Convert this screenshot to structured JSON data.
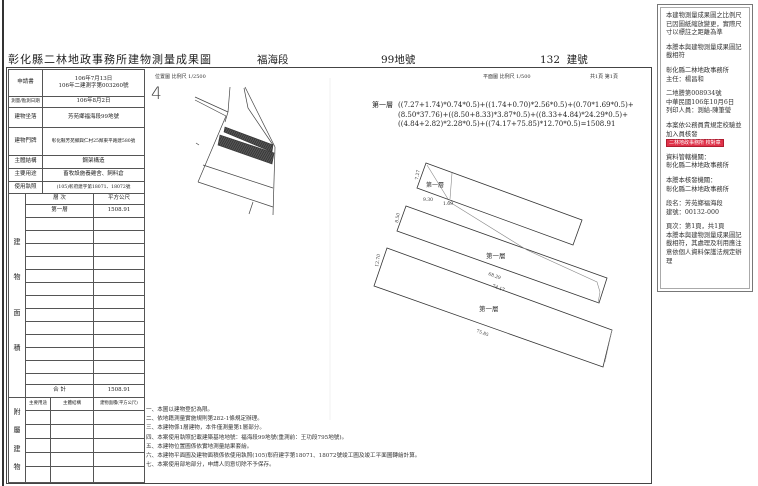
{
  "title": "彰化縣二林地政事務所建物測量成果圖",
  "header": {
    "section": "福海段",
    "lot": "99地號",
    "building_no": "132",
    "building_no_label": "建號"
  },
  "location_map": {
    "label": "位置圖 比例尺 1/2500",
    "north_label": "4"
  },
  "floor_plan": {
    "label": "平面圖 比例尺 1/500",
    "pages": "共1頁 第1頁",
    "formula_label": "第一層",
    "formula_lines": [
      "((7.27+1.74)*0.74*0.5)+((1.74+0.70)*2.56*0.5)+(0.70*1.69*0.5)+",
      "(8.50*37.76)+((8.50+8.33)*3.87*0.5)+((8.33+4.84)*24.29*0.5)+",
      "((4.84+2.82)*2.28*0.5)+((74.17+75.85)*12.70*0.5)=1508.91"
    ],
    "floor_labels": [
      "第一層",
      "第一層",
      "第一層"
    ],
    "dimensions": [
      "9.30",
      "1.69",
      "68.29",
      "74.17",
      "75.85",
      "12.70",
      "8.50",
      "7.27"
    ]
  },
  "info_table": {
    "rows": [
      {
        "label": "申請書",
        "value": [
          "106年7月13日",
          "106年二建測字第003260號"
        ]
      },
      {
        "label": "測量/勘測日期",
        "value": [
          "106年8月2日"
        ]
      },
      {
        "label": "建物坐落",
        "value": [
          "芳苑鄉福海段99地號"
        ]
      },
      {
        "label": "建物門牌",
        "value": [
          "彰化縣芳苑鄉興仁村25鄰東平路建580號"
        ]
      },
      {
        "label": "主體結構",
        "value": [
          "鋼架構造"
        ]
      },
      {
        "label": "主要用途",
        "value": [
          "畜牧設施養雞舍、飼料倉"
        ]
      },
      {
        "label": "使用執照",
        "value": [
          "(105)彰府建字第18071、18072號"
        ]
      }
    ]
  },
  "area_table": {
    "side_label": [
      "建",
      "物",
      "面",
      "積"
    ],
    "col_floor": "層 次",
    "col_area": "平方公尺",
    "rows": [
      {
        "floor": "第一層",
        "area": "1508.91"
      }
    ],
    "total_label": "合  計",
    "total": "1508.91"
  },
  "annex_table": {
    "side_label": [
      "附",
      "屬",
      "建",
      "物"
    ],
    "cols": [
      "主要用途",
      "主體結構",
      "建物面積(平方公尺)"
    ]
  },
  "notes": [
    "一、本圖以建物登記為限。",
    "二、依地籍測量實施規則第282-1條規定辦理。",
    "三、本建物係1層建物，本件僅測量第1層部分。",
    "四、本案使用執照記載建築基地地號：福海段99地號(重測前：王功段795地號)。",
    "五、本建物位置圖係依實地測量結果套繪。",
    "六、本建物平面圖及建物面積係依使用執照(105)彰府建字第18071、18072號竣工圖及竣工平面圖轉繪計算。",
    "七、本案使用部地部分，申請人同意切除不予保存。"
  ],
  "side_panel": {
    "p1": "本建物測量成果圖之比例尺已因圖紙縮放變更，實際尺寸以標註之距離為準",
    "p2": "本謄本與建物測量成果圖記載相符",
    "p3a": "彰化縣二林地政事務所",
    "p3b": "主任：楊昌和",
    "p4a": "二地謄第008934號",
    "p4b": "中華民國106年10月6日",
    "p4c": "列印人員：測給-陳筆瑩",
    "p5": "本案依公務員責規定校驗並加入員核發",
    "stamp": "二林地政事務所 校對章",
    "p6a": "資料管轄機關：",
    "p6b": "彰化縣二林地政事務所",
    "p7a": "本謄本核發機關：",
    "p7b": "彰化縣二林地政事務所",
    "p8a": "段名：芳苑鄉福海段",
    "p8b": "建號：00132-000",
    "p9a": "頁次：第1頁，共1頁",
    "p9b": "本謄本與建物測量成果圖記載相符，其處理及利用應注意依個人資料保護法規定辦理",
    "stamp_color": "#e0334a"
  }
}
